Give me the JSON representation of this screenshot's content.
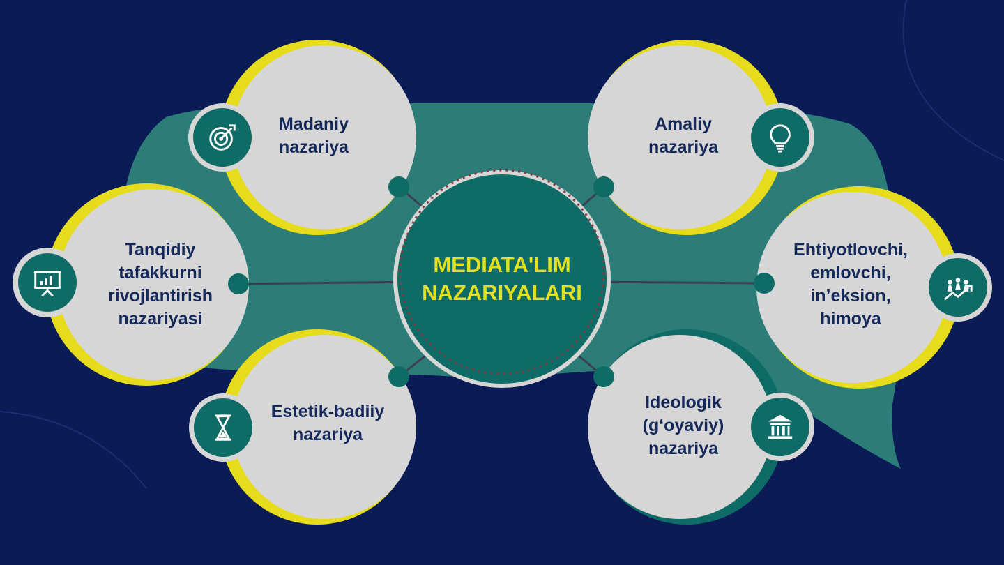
{
  "center": {
    "line1": "MEDIATA'LIM",
    "line2": "NAZARIYALARI"
  },
  "nodes": [
    {
      "lines": [
        "Madaniy",
        "nazariya"
      ],
      "icon": "target-icon"
    },
    {
      "lines": [
        "Amaliy",
        "nazariya"
      ],
      "icon": "lightbulb-icon"
    },
    {
      "lines": [
        "Tanqidiy",
        "tafakkurni",
        "rivojlantirish",
        "nazariyasi"
      ],
      "icon": "presentation-chart-icon"
    },
    {
      "lines": [
        "Ehtiyotlovchi,",
        "emlovchi,",
        "in’eksion,",
        "himoya"
      ],
      "icon": "growth-people-icon"
    },
    {
      "lines": [
        "Estetik-badiiy",
        "nazariya"
      ],
      "icon": "hourglass-icon"
    },
    {
      "lines": [
        "Ideologik",
        "(g‘oyaviy)",
        "nazariya"
      ],
      "icon": "bank-building-icon"
    }
  ],
  "colors": {
    "background": "#0b1b55",
    "teal": "#2c7c78",
    "dark_teal": "#0f6b66",
    "accent_yellow": "#e2e01f",
    "circle_gray": "#d6d6d6",
    "text_navy": "#14285a"
  }
}
